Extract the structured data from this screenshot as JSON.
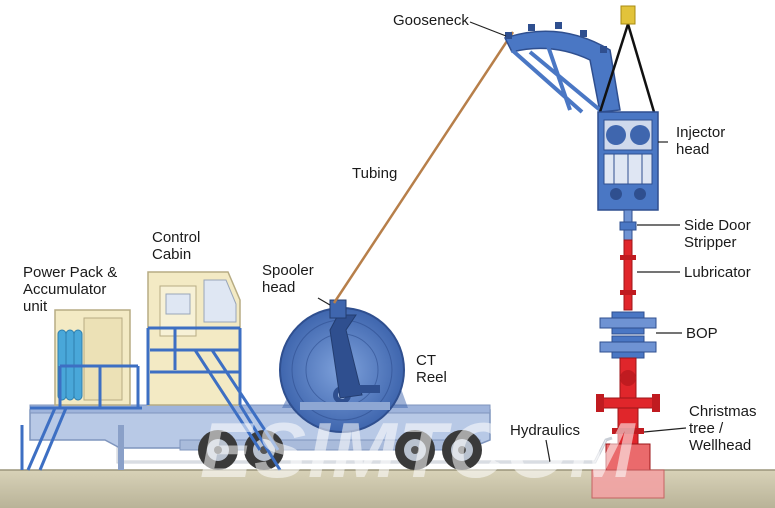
{
  "labels": {
    "gooseneck": "Gooseneck",
    "injector_head": "Injector\nhead",
    "tubing": "Tubing",
    "control_cabin": "Control\nCabin",
    "power_pack": "Power Pack &\nAccumulator\nunit",
    "spooler_head": "Spooler\nhead",
    "ct_reel": "CT\nReel",
    "side_door_stripper": "Side Door\nStripper",
    "lubricator": "Lubricator",
    "bop": "BOP",
    "hydraulics": "Hydraulics",
    "christmas_tree": "Christmas\ntree /\nWellhead"
  },
  "watermark": "ESIMTCOM",
  "colors": {
    "equipment_blue": "#4a77c4",
    "dark_blue": "#2f4f8f",
    "trailer_grey": "#b8c9e6",
    "cabin_cream": "#f3eac4",
    "tree_red": "#e0262b",
    "ground": "#c8c2a8",
    "tubing": "#b77f4a"
  }
}
